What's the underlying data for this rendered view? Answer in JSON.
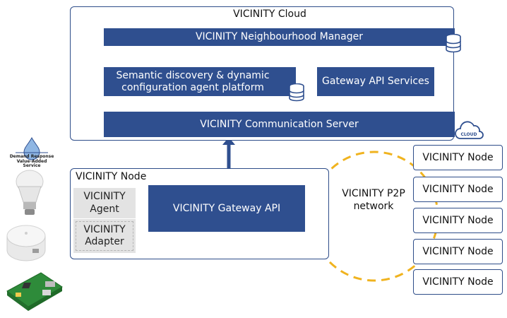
{
  "cloud": {
    "title": "VICINITY Cloud",
    "neighbourhood_manager": "VICINITY Neighbourhood Manager",
    "semantic_platform": "Semantic discovery & dynamic configuration agent platform",
    "gateway_api_services": "Gateway API Services",
    "communication_server": "VICINITY Communication Server",
    "cloud_icon_label": "CLOUD"
  },
  "node": {
    "title": "VICINITY Node",
    "agent": "VICINITY Agent",
    "adapter": "VICINITY Adapter",
    "gateway_api": "VICINITY Gateway API"
  },
  "p2p": {
    "label": "VICINITY P2P network",
    "nodes": [
      "VICINITY Node",
      "VICINITY Node",
      "VICINITY Node",
      "VICINITY Node",
      "VICINITY Node"
    ]
  },
  "devices": {
    "demand_response_label": "Demand Response Value-Added Service"
  },
  "colors": {
    "accent": "#2f4f8f",
    "dashed_ring": "#f0b31f",
    "gray_box": "#e3e3e3"
  }
}
